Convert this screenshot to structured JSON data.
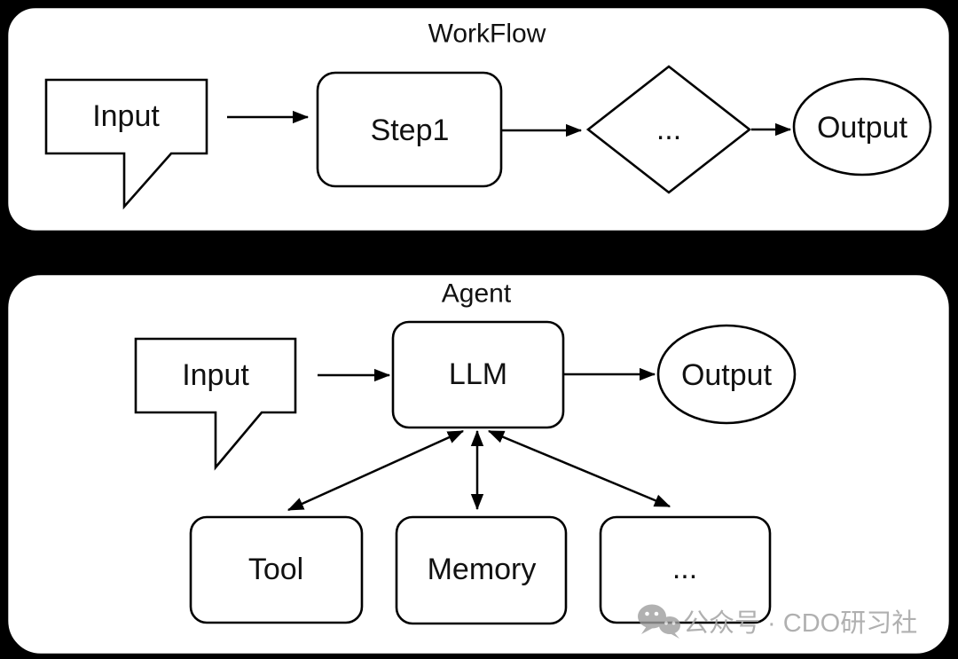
{
  "diagram": {
    "background_color": "#000000",
    "panel_color": "#ffffff",
    "stroke_color": "#000000",
    "text_color": "#111111",
    "workflow": {
      "title": "WorkFlow",
      "nodes": {
        "input": {
          "label": "Input",
          "shape": "callout"
        },
        "step1": {
          "label": "Step1",
          "shape": "rounded-rectangle"
        },
        "decision": {
          "label": "...",
          "shape": "diamond"
        },
        "output": {
          "label": "Output",
          "shape": "ellipse"
        }
      },
      "edges": [
        {
          "from": "Input",
          "to": "Step1",
          "bidirectional": false
        },
        {
          "from": "Step1",
          "to": "...",
          "bidirectional": false
        },
        {
          "from": "...",
          "to": "Output",
          "bidirectional": false
        }
      ]
    },
    "agent": {
      "title": "Agent",
      "nodes": {
        "input": {
          "label": "Input",
          "shape": "callout"
        },
        "llm": {
          "label": "LLM",
          "shape": "rounded-rectangle"
        },
        "output": {
          "label": "Output",
          "shape": "ellipse"
        },
        "tool": {
          "label": "Tool",
          "shape": "rounded-rectangle"
        },
        "memory": {
          "label": "Memory",
          "shape": "rounded-rectangle"
        },
        "more": {
          "label": "...",
          "shape": "rounded-rectangle"
        }
      },
      "edges": [
        {
          "from": "Input",
          "to": "LLM",
          "bidirectional": false
        },
        {
          "from": "LLM",
          "to": "Output",
          "bidirectional": false
        },
        {
          "from": "LLM",
          "to": "Tool",
          "bidirectional": true
        },
        {
          "from": "LLM",
          "to": "Memory",
          "bidirectional": true
        },
        {
          "from": "LLM",
          "to": "...",
          "bidirectional": true
        }
      ]
    },
    "watermark": {
      "icon": "wechat-icon",
      "text": "公众号 · CDO研习社",
      "color": "#a8a8a8"
    }
  }
}
